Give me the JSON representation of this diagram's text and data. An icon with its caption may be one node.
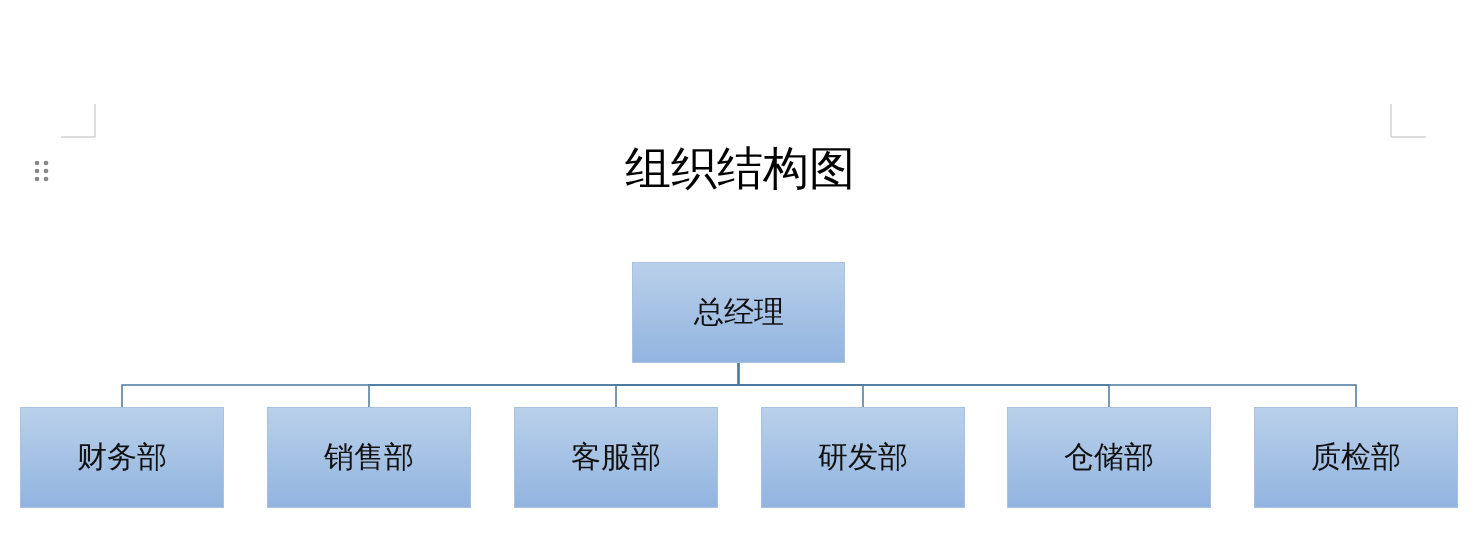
{
  "diagram": {
    "title": "组织结构图",
    "nodes": [
      {
        "text": [
          "总经理"
        ]
      },
      {
        "text": [
          "财务部"
        ]
      },
      {
        "text": [
          "销售部"
        ]
      },
      {
        "text": [
          "客服部"
        ]
      },
      {
        "text": [
          "研发部"
        ]
      },
      {
        "text": [
          "仓储部"
        ]
      },
      {
        "text": [
          "质检部"
        ]
      }
    ],
    "edges": [
      {
        "from": 0,
        "to": 1,
        "arrow": "none"
      },
      {
        "from": 0,
        "to": 2,
        "arrow": "none"
      },
      {
        "from": 0,
        "to": 3,
        "arrow": "none"
      },
      {
        "from": 0,
        "to": 4,
        "arrow": "none"
      },
      {
        "from": 0,
        "to": 5,
        "arrow": "none"
      },
      {
        "from": 0,
        "to": 6,
        "arrow": "none"
      }
    ]
  }
}
